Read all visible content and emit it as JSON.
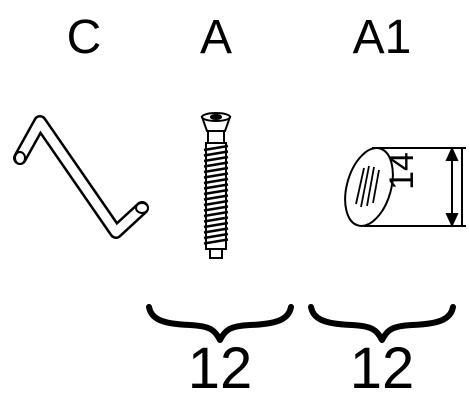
{
  "parts": [
    {
      "label": "C",
      "icon": "allen-key-icon"
    },
    {
      "label": "A",
      "icon": "cam-bolt-icon"
    },
    {
      "label": "A1",
      "icon": "dowel-icon"
    }
  ],
  "dimension": {
    "value": "14"
  },
  "quantities": [
    {
      "value": "12",
      "icon": "brace-icon"
    },
    {
      "value": "12",
      "icon": "brace-icon"
    }
  ],
  "colors": {
    "ink": "#000000",
    "background": "#ffffff"
  }
}
